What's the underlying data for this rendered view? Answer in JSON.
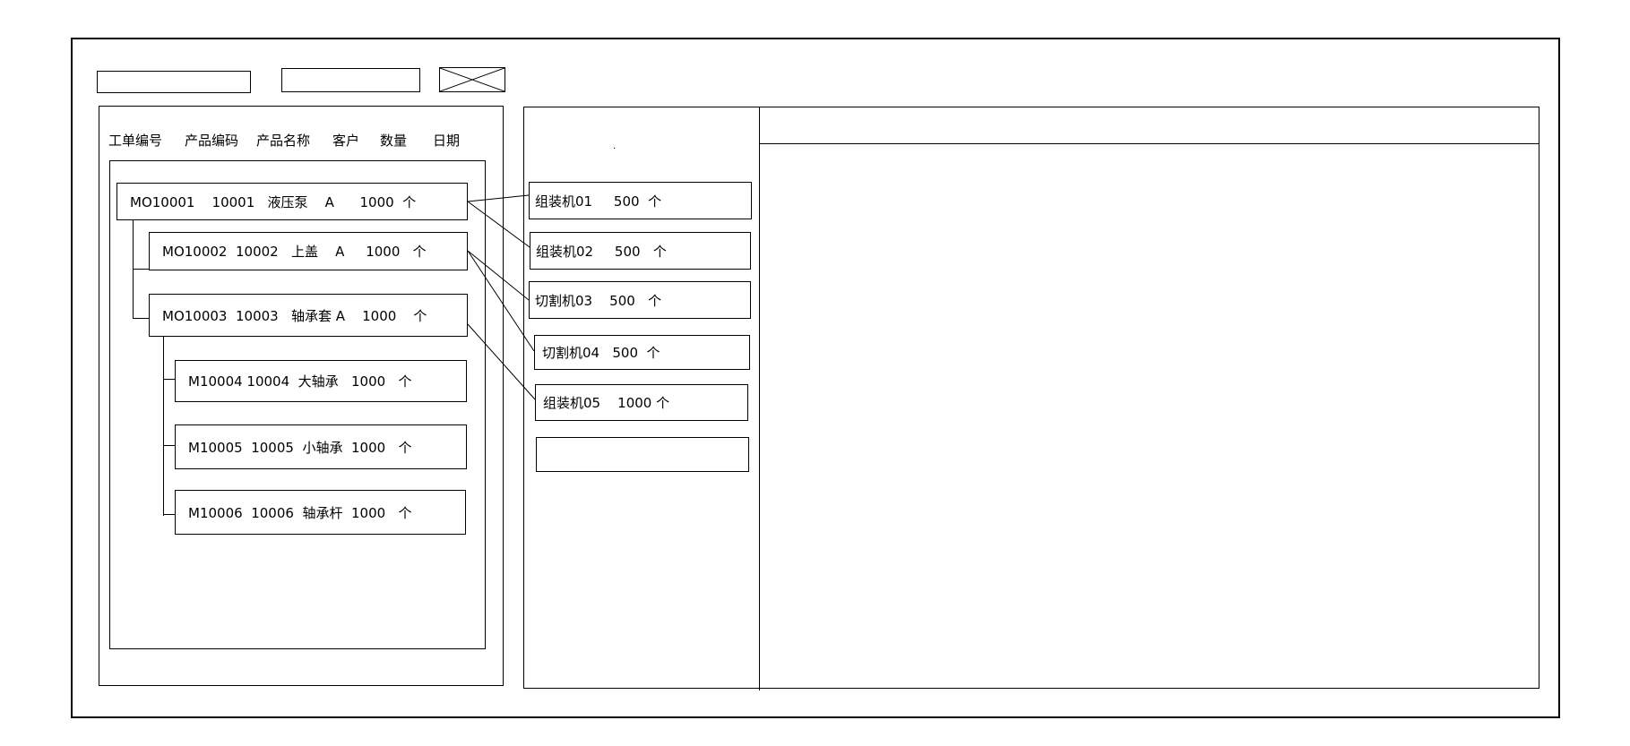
{
  "toolbar": {
    "field1_value": "",
    "field2_value": "",
    "image_placeholder": "image-placeholder-icon"
  },
  "order_list": {
    "headers": [
      "工单编号",
      "产品编码",
      "产品名称",
      "客户",
      "数量",
      "日期"
    ],
    "nodes": [
      {
        "code": "MO10001",
        "product_code": "10001",
        "name": "液压泵",
        "customer": "A",
        "qty": "1000",
        "unit": "个"
      },
      {
        "code": "MO10002",
        "product_code": "10002",
        "name": "上盖",
        "customer": "A",
        "qty": "1000",
        "unit": "个"
      },
      {
        "code": "MO10003",
        "product_code": "10003",
        "name": "轴承套",
        "customer": "A",
        "qty": "1000",
        "unit": "个"
      },
      {
        "code": "M10004",
        "product_code": "10004",
        "name": "大轴承",
        "qty": "1000",
        "unit": "个"
      },
      {
        "code": "M10005",
        "product_code": "10005",
        "name": "小轴承",
        "qty": "1000",
        "unit": "个"
      },
      {
        "code": "M10006",
        "product_code": "10006",
        "name": "轴承杆",
        "qty": "1000",
        "unit": "个"
      }
    ]
  },
  "machines": [
    {
      "name": "组装机01",
      "qty": "500",
      "unit": "个"
    },
    {
      "name": "组装机02",
      "qty": "500",
      "unit": "个"
    },
    {
      "name": "切割机03",
      "qty": "500",
      "unit": "个"
    },
    {
      "name": "切割机04",
      "qty": "500",
      "unit": "个"
    },
    {
      "name": "组装机05",
      "qty": "1000",
      "unit": "个"
    },
    {
      "name": "",
      "qty": "",
      "unit": ""
    }
  ],
  "labels": {
    "node0": "MO10001    10001   液压泵    A      1000  个",
    "node1": "MO10002  10002   上盖    A     1000   个",
    "node2": "MO10003  10003   轴承套 A    1000    个",
    "node3": "M10004 10004  大轴承   1000   个",
    "node4": "M10005  10005  小轴承  1000   个",
    "node5": "M10006  10006  轴承杆  1000   个",
    "machine0": "组装机01     500  个",
    "machine1": "组装机02     500   个",
    "machine2": "切割机03    500   个",
    "machine3": "切割机04   500  个",
    "machine4": "组装机05    1000 个",
    "dot": "·"
  }
}
